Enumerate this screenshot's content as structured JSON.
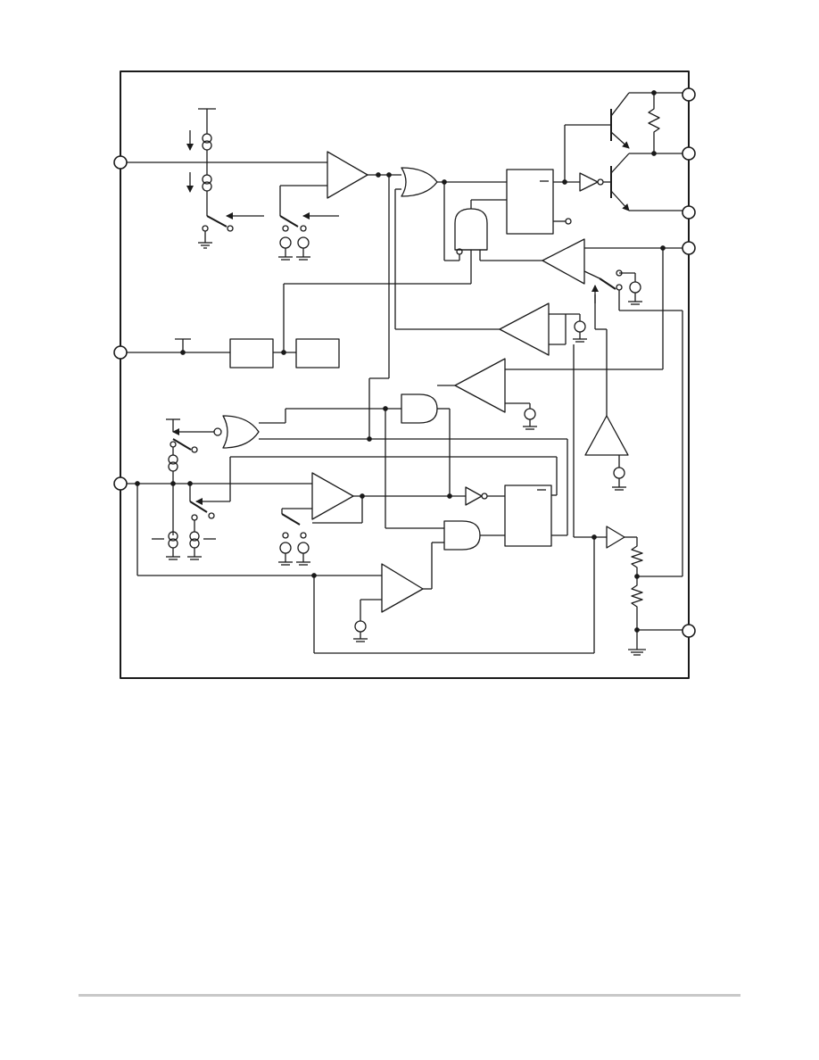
{
  "diagram": {
    "type": "block-diagram",
    "labels": [],
    "colors": {
      "line": "#1a1a1a",
      "background": "#ffffff",
      "footer_rule": "#c8c8c8"
    },
    "pins": [
      "pin-left-1",
      "pin-left-2",
      "pin-left-3",
      "pin-right-1",
      "pin-right-2",
      "pin-right-3",
      "pin-right-4",
      "pin-right-5"
    ]
  },
  "footer": {
    "rule": true
  }
}
